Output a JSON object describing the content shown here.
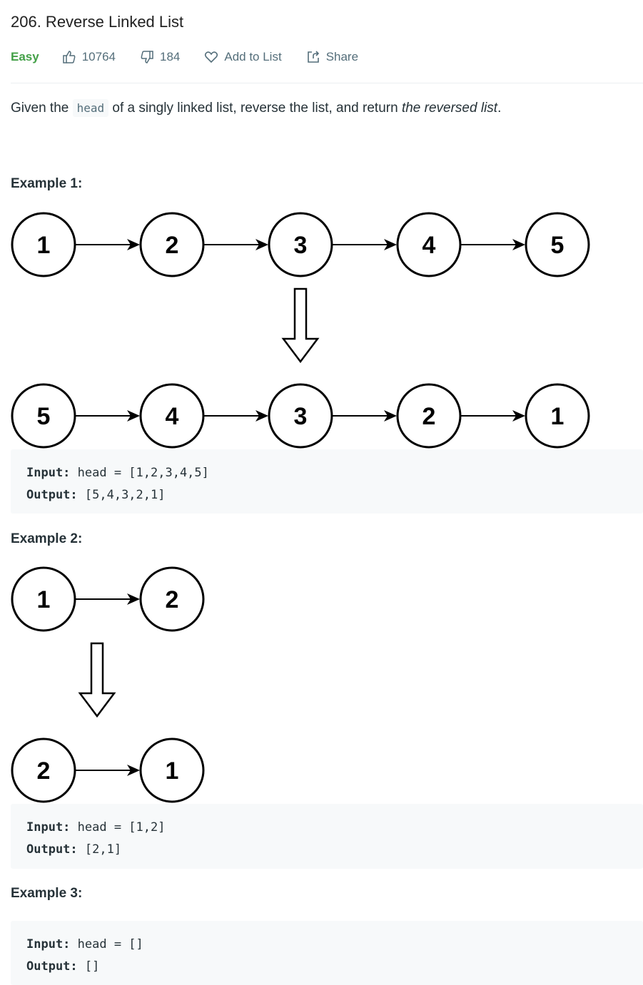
{
  "problem": {
    "title": "206. Reverse Linked List",
    "difficulty": "Easy",
    "likes": "10764",
    "dislikes": "184",
    "add_to_list": "Add to List",
    "share": "Share"
  },
  "description": {
    "before": "Given the ",
    "code": "head",
    "middle": " of a singly linked list, reverse the list, and return ",
    "emphasis": "the reversed list",
    "after": "."
  },
  "examples": [
    {
      "heading": "Example 1:",
      "diagram": {
        "before": [
          "1",
          "2",
          "3",
          "4",
          "5"
        ],
        "after": [
          "5",
          "4",
          "3",
          "2",
          "1"
        ]
      },
      "input_label": "Input:",
      "input": " head = [1,2,3,4,5]",
      "output_label": "Output:",
      "output": " [5,4,3,2,1]"
    },
    {
      "heading": "Example 2:",
      "diagram": {
        "before": [
          "1",
          "2"
        ],
        "after": [
          "2",
          "1"
        ]
      },
      "input_label": "Input:",
      "input": " head = [1,2]",
      "output_label": "Output:",
      "output": " [2,1]"
    },
    {
      "heading": "Example 3:",
      "input_label": "Input:",
      "input": " head = []",
      "output_label": "Output:",
      "output": " []"
    }
  ]
}
